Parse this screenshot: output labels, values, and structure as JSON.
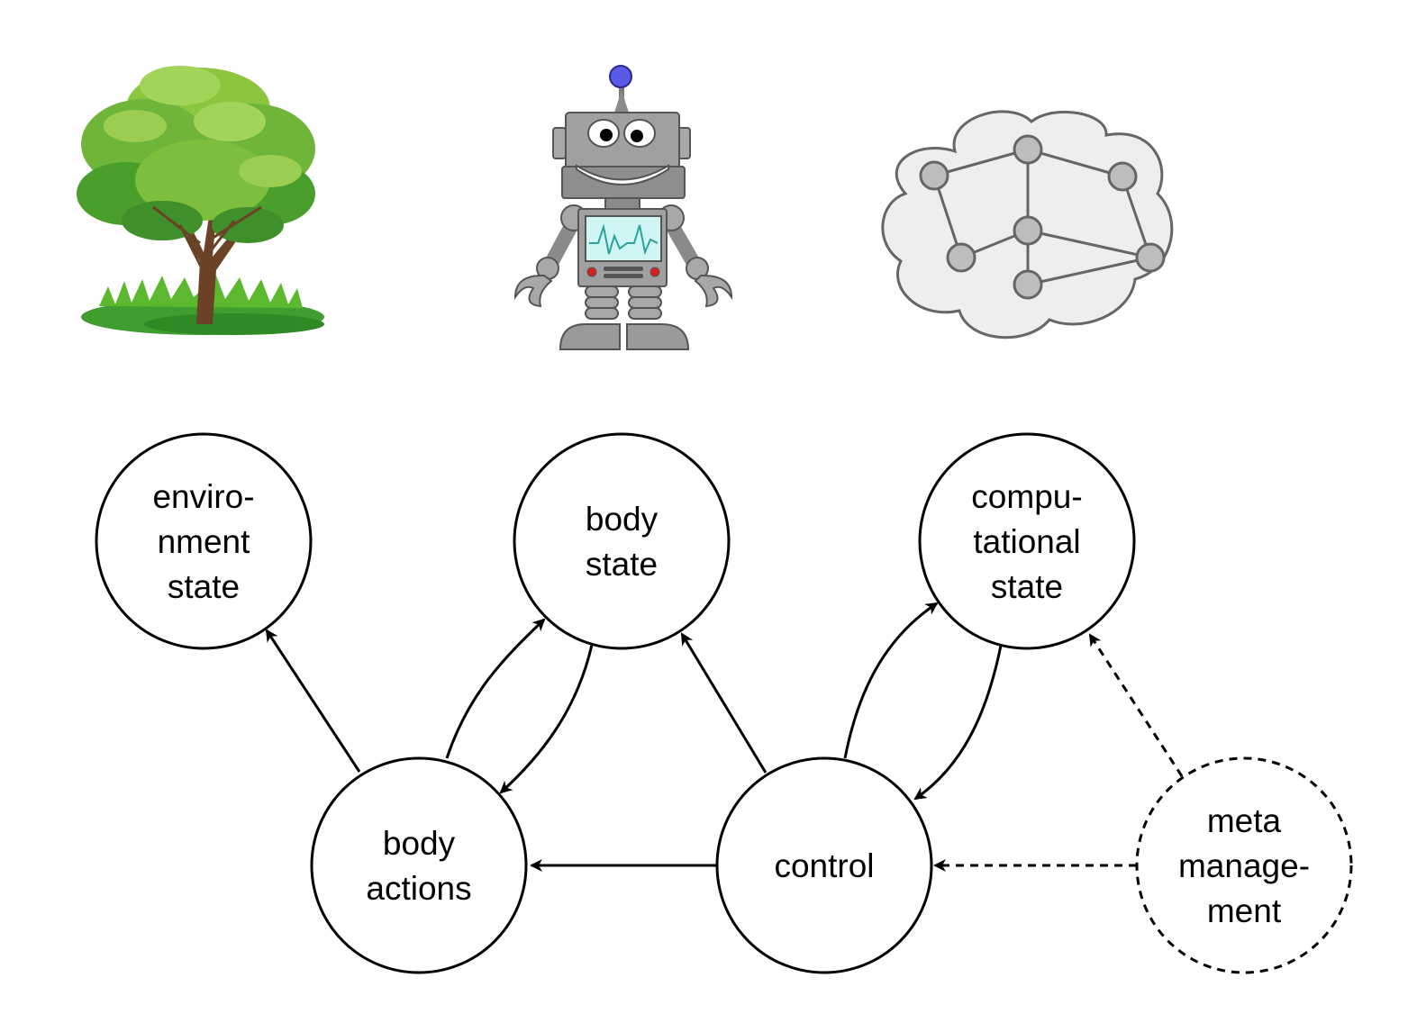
{
  "colors": {
    "stroke": "#000000",
    "node_fill": "#ffffff",
    "tree_foliage_light": "#8cc63f",
    "tree_foliage_dark": "#3f8f2a",
    "tree_trunk": "#6b4226",
    "robot_body": "#9e9e9e",
    "robot_antenna_ball": "#5a5ae6",
    "robot_screen": "#cff5f5",
    "cloud_fill": "#eeeeee",
    "cloud_stroke": "#666666",
    "graph_node": "#bdbdbd"
  },
  "illustrations": {
    "tree": "tree-icon",
    "robot": "robot-icon",
    "cloud": "cloud-network-icon"
  },
  "nodes": {
    "environment": {
      "lines": [
        "enviro-",
        "nment",
        "state"
      ]
    },
    "body_state": {
      "lines": [
        "body",
        "state"
      ]
    },
    "computational": {
      "lines": [
        "compu-",
        "tational",
        "state"
      ]
    },
    "body_actions": {
      "lines": [
        "body",
        "actions"
      ]
    },
    "control": {
      "lines": [
        "control"
      ]
    },
    "meta": {
      "lines": [
        "meta",
        "manage-",
        "ment"
      ]
    }
  }
}
